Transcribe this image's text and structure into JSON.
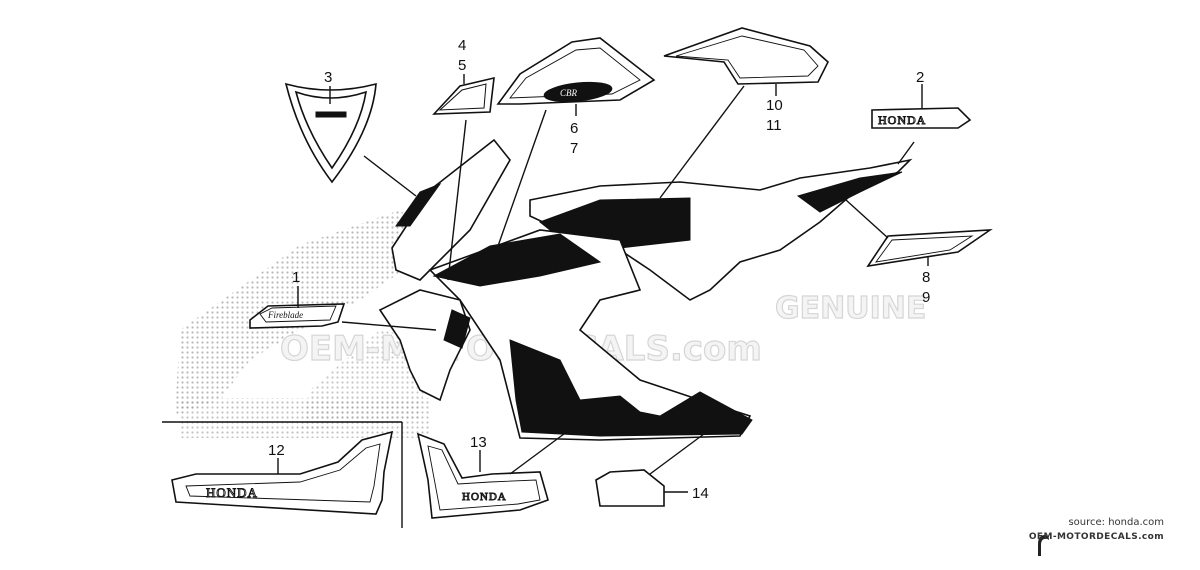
{
  "watermark": {
    "genuine": "GENUINE",
    "site": "OEM-MOTORDECALS.com"
  },
  "emblems": {
    "honda_text": "HONDA"
  },
  "source": {
    "line1": "source: honda.com",
    "line2": "OEM-MOTORDECALS.com"
  },
  "callouts": [
    {
      "id": "c1",
      "text": "1"
    },
    {
      "id": "c2",
      "text": "2"
    },
    {
      "id": "c3",
      "text": "3"
    },
    {
      "id": "c4",
      "text": "4"
    },
    {
      "id": "c5",
      "text": "5"
    },
    {
      "id": "c6",
      "text": "6"
    },
    {
      "id": "c7",
      "text": "7"
    },
    {
      "id": "c8",
      "text": "8"
    },
    {
      "id": "c9",
      "text": "9"
    },
    {
      "id": "c10",
      "text": "10"
    },
    {
      "id": "c11",
      "text": "11"
    },
    {
      "id": "c12",
      "text": "12"
    },
    {
      "id": "c13",
      "text": "13"
    },
    {
      "id": "c14",
      "text": "14"
    }
  ],
  "colors": {
    "line": "#111111",
    "background": "#ffffff",
    "watermark": "#d6d6d6"
  }
}
